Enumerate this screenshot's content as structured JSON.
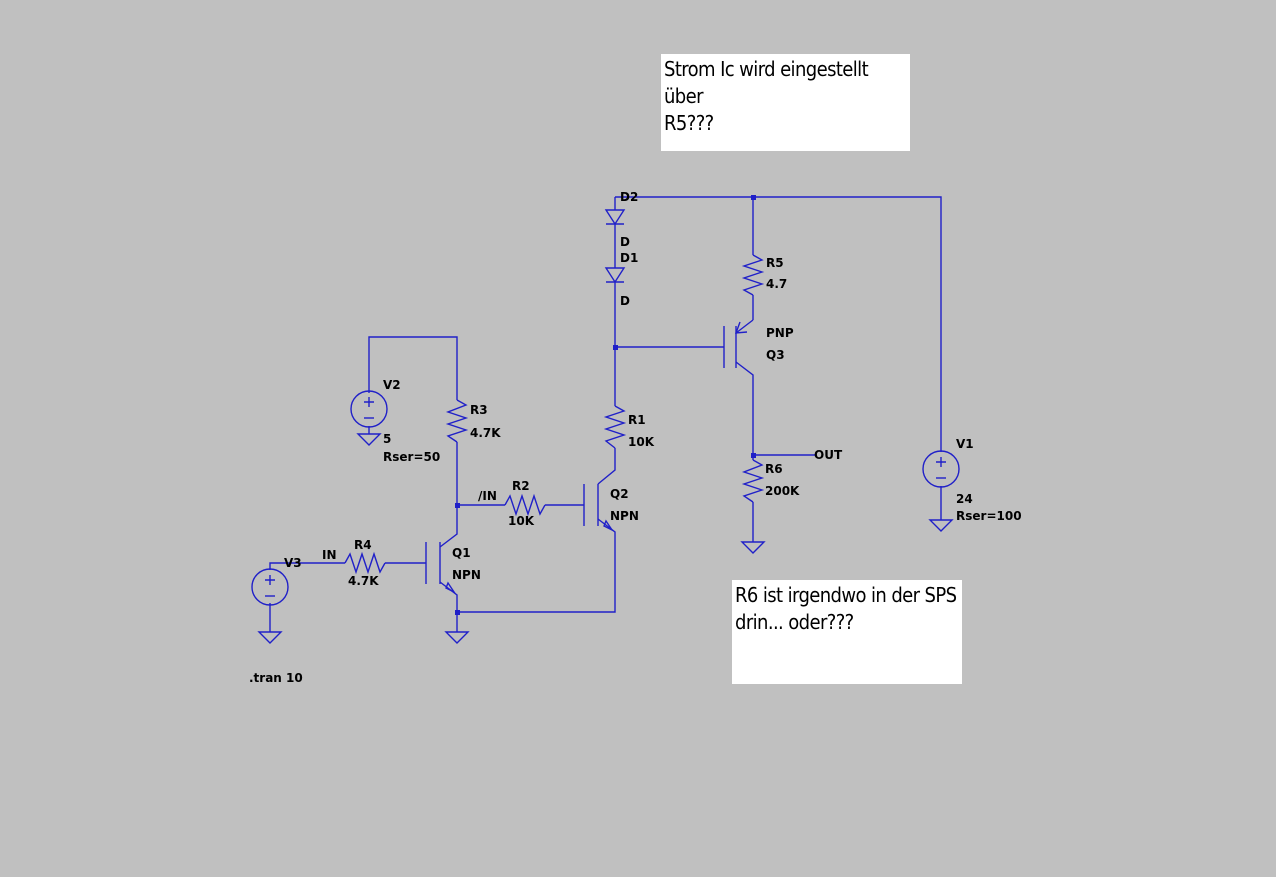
{
  "notes": {
    "top": {
      "lines": [
        "Strom Ic wird eingestellt über",
        "R5???"
      ]
    },
    "bottom": {
      "lines": [
        "R6 ist irgendwo in der SPS",
        "drin... oder???"
      ]
    }
  },
  "components": {
    "D2": {
      "name": "D2",
      "value": "D"
    },
    "D1": {
      "name": "D1",
      "value": "D"
    },
    "R5": {
      "name": "R5",
      "value": "4.7"
    },
    "Q3": {
      "name": "Q3",
      "model": "PNP"
    },
    "R1": {
      "name": "R1",
      "value": "10K"
    },
    "R6": {
      "name": "R6",
      "value": "200K"
    },
    "R3": {
      "name": "R3",
      "value": "4.7K"
    },
    "R2": {
      "name": "R2",
      "value": "10K"
    },
    "Q2": {
      "name": "Q2",
      "model": "NPN"
    },
    "R4": {
      "name": "R4",
      "value": "4.7K"
    },
    "Q1": {
      "name": "Q1",
      "model": "NPN"
    },
    "V1": {
      "name": "V1",
      "value": "24",
      "rser": "Rser=100"
    },
    "V2": {
      "name": "V2",
      "value": "5",
      "rser": "Rser=50"
    },
    "V3": {
      "name": "V3"
    }
  },
  "nets": {
    "out": "OUT",
    "in": "IN",
    "nin": "/IN"
  },
  "directive": ".tran 10"
}
